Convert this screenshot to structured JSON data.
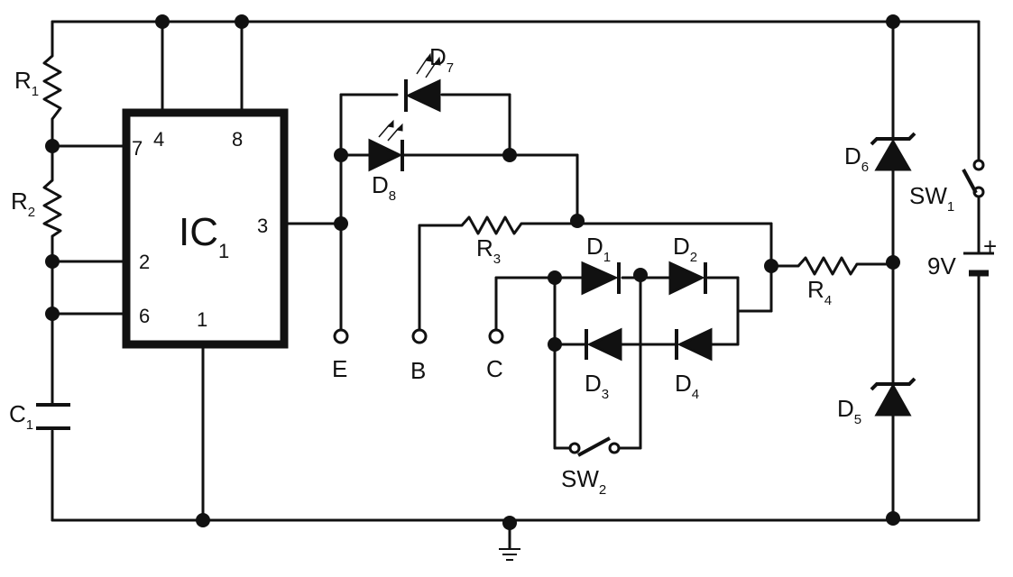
{
  "colors": {
    "ink": "#111111",
    "paper": "#ffffff"
  },
  "labels": {
    "r1": "R",
    "r1_sub": "1",
    "r2": "R",
    "r2_sub": "2",
    "r3": "R",
    "r3_sub": "3",
    "r4": "R",
    "r4_sub": "4",
    "c1": "C",
    "c1_sub": "1",
    "ic": "IC",
    "ic_sub": "1",
    "pin_7": "7",
    "pin_4": "4",
    "pin_8": "8",
    "pin_3": "3",
    "pin_2": "2",
    "pin_6": "6",
    "pin_1": "1",
    "d1": "D",
    "d1_sub": "1",
    "d2": "D",
    "d2_sub": "2",
    "d3": "D",
    "d3_sub": "3",
    "d4": "D",
    "d4_sub": "4",
    "d5": "D",
    "d5_sub": "5",
    "d6": "D",
    "d6_sub": "6",
    "d7": "D",
    "d7_sub": "7",
    "d8": "D",
    "d8_sub": "8",
    "sw1": "SW",
    "sw1_sub": "1",
    "sw2": "SW",
    "sw2_sub": "2",
    "battery": "9V",
    "battery_plus": "+",
    "terminal_e": "E",
    "terminal_b": "B",
    "terminal_c": "C"
  }
}
